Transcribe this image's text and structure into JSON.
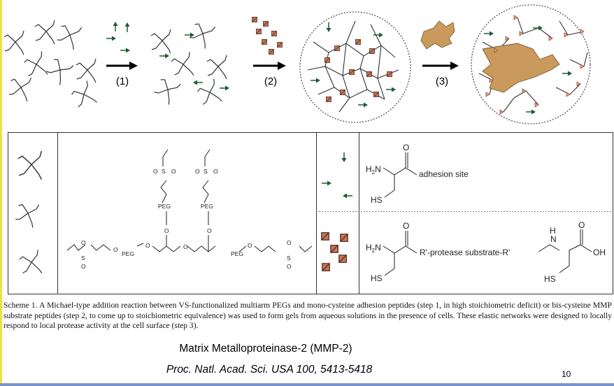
{
  "scheme": {
    "step_labels": [
      "(1)",
      "(2)",
      "(3)"
    ],
    "chem_labels": {
      "o": "O",
      "s": "S",
      "peg": "PEG",
      "amine_h": "H",
      "amine_sub": "2",
      "amine_n": "N",
      "hs": "HS",
      "oh": "OH",
      "nh_h": "H",
      "nh_n": "N"
    },
    "adhesion_label": "adhesion site",
    "substrate_label": "R'-protease substrate-R'"
  },
  "caption": "Scheme 1. A Michael-type addition reaction between VS-functionalized multiarm PEGs and mono-cysteine adhesion peptides (step 1, in high stoichiometric deficit) or bis-cysteine MMP substrate peptides (step 2, to come up to stoichiometric equivalence) was used to form gels from aqueous solutions in the presence of cells. These elastic networks were designed to locally respond to local protease activity at the cell surface (step 3).",
  "subtitle": "Matrix Metalloproteinase-2 (MMP-2)",
  "citation": "Proc. Natl. Acad. Sci. USA 100, 5413-5418",
  "page_number": "10",
  "colors": {
    "adhesion_green": "#1f5a35",
    "substrate_fill": "#c97355",
    "cell_tan": "#c99a5c",
    "slide_edge": "#f2df3c",
    "bottom_rule": "#7a93c9"
  }
}
